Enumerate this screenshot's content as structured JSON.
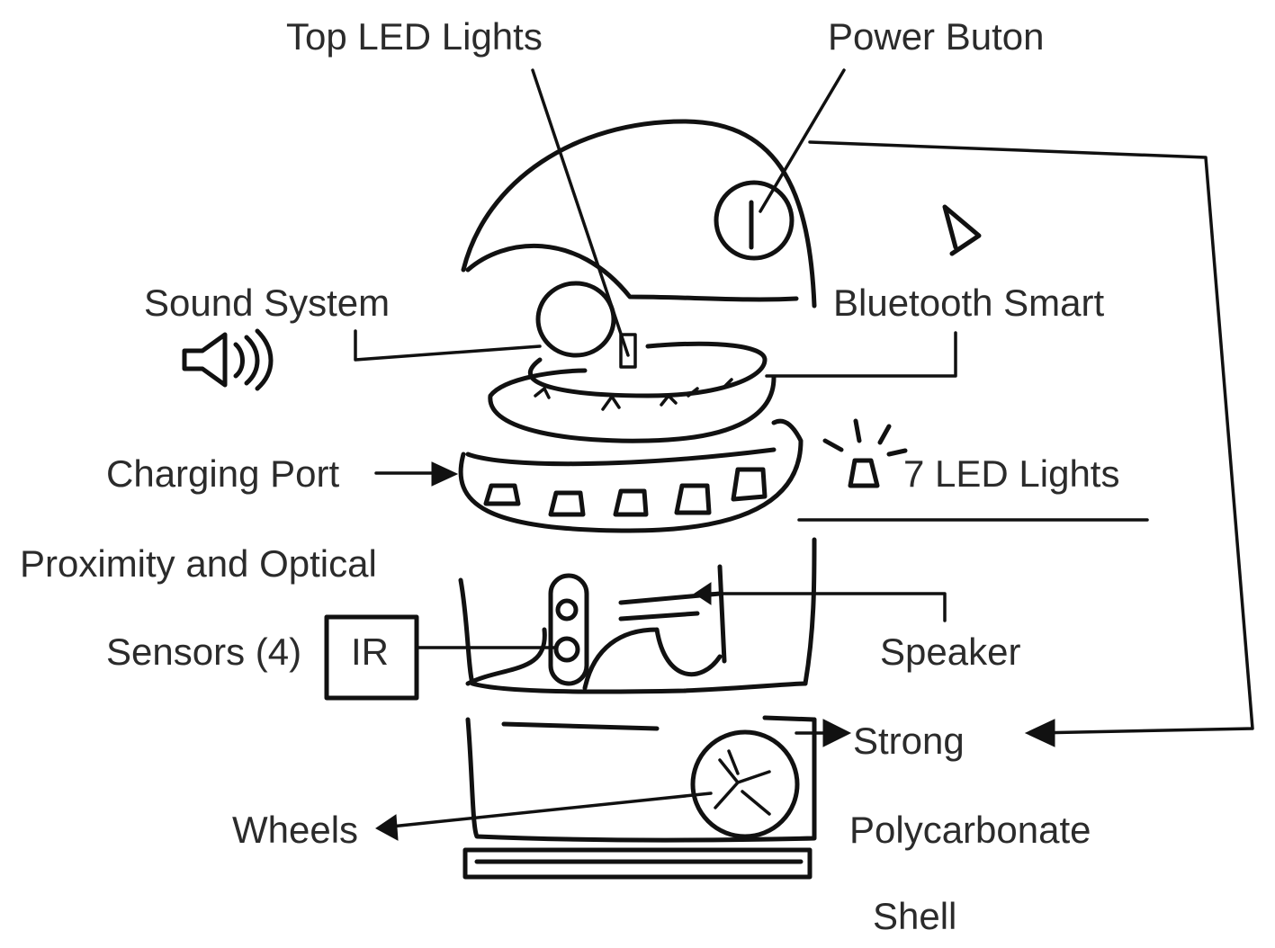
{
  "colors": {
    "ink": "#111111",
    "label": "#2b2b2b",
    "background": "#ffffff"
  },
  "labels": {
    "top_led_lights": "Top LED Lights",
    "power_button": "Power Buton",
    "sound_system": "Sound System",
    "bluetooth_smart": "Bluetooth Smart",
    "charging_port": "Charging Port",
    "seven_led_lights": "7 LED Lights",
    "proximity_line1": "Proximity and Optical",
    "proximity_line2": "Sensors (4)",
    "ir": "IR",
    "speaker": "Speaker",
    "strong": "Strong",
    "polycarbonate": "Polycarbonate",
    "shell": "Shell",
    "wheels": "Wheels"
  }
}
